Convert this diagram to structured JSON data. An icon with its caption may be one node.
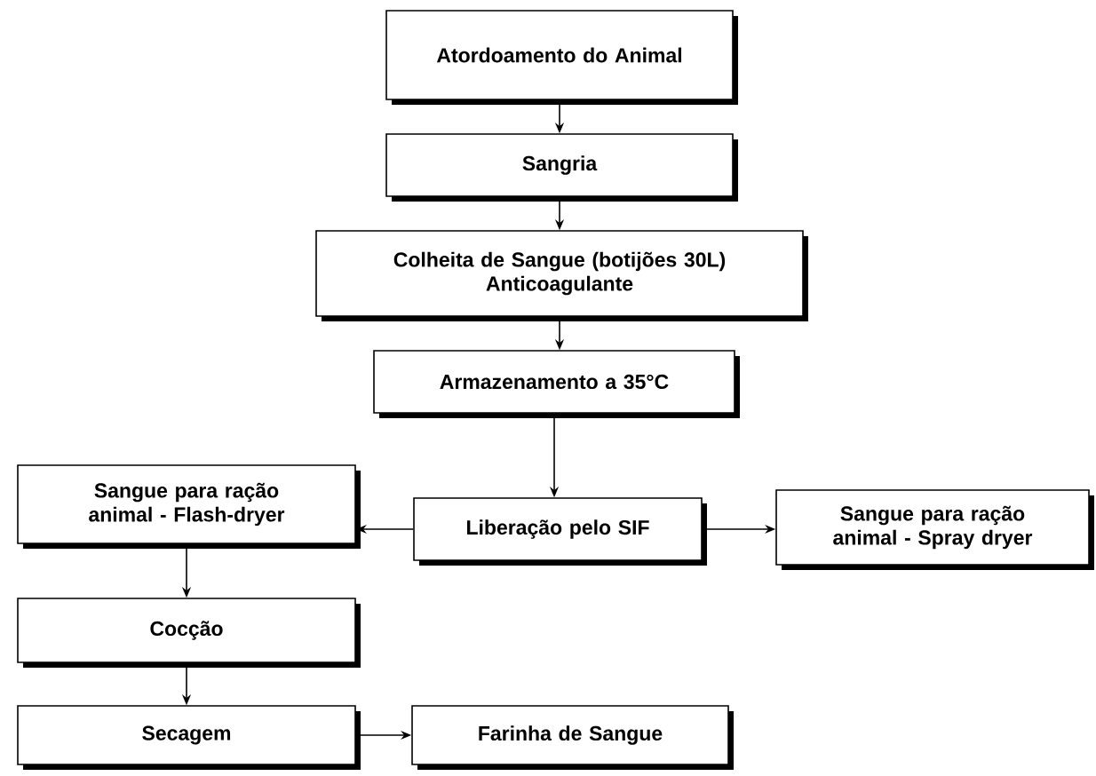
{
  "diagram": {
    "nodes": [
      {
        "text": [
          "Atordoamento do Animal"
        ]
      },
      {
        "text": [
          "Sangria"
        ]
      },
      {
        "text": [
          "Colheita de Sangue (botijões 30L)",
          "Anticoagulante"
        ]
      },
      {
        "text": [
          "Armazenamento a 35°C"
        ]
      },
      {
        "text": [
          "Liberação pelo SIF"
        ]
      },
      {
        "text": [
          "Sangue para ração animal - Flash-dryer"
        ]
      },
      {
        "text": [
          "Sangue para ração animal - Spray dryer"
        ]
      },
      {
        "text": [
          "Cocção"
        ]
      },
      {
        "text": [
          "Secagem"
        ]
      },
      {
        "text": [
          "Farinha de Sangue"
        ]
      }
    ],
    "edges": [
      {
        "from": 0,
        "to": 1,
        "arrow": "to"
      },
      {
        "from": 1,
        "to": 2,
        "arrow": "to"
      },
      {
        "from": 2,
        "to": 3,
        "arrow": "to"
      },
      {
        "from": 3,
        "to": 4,
        "arrow": "to"
      },
      {
        "from": 4,
        "to": 5,
        "arrow": "to"
      },
      {
        "from": 4,
        "to": 6,
        "arrow": "to"
      },
      {
        "from": 5,
        "to": 7,
        "arrow": "to"
      },
      {
        "from": 7,
        "to": 8,
        "arrow": "to"
      },
      {
        "from": 8,
        "to": 9,
        "arrow": "to"
      }
    ]
  }
}
